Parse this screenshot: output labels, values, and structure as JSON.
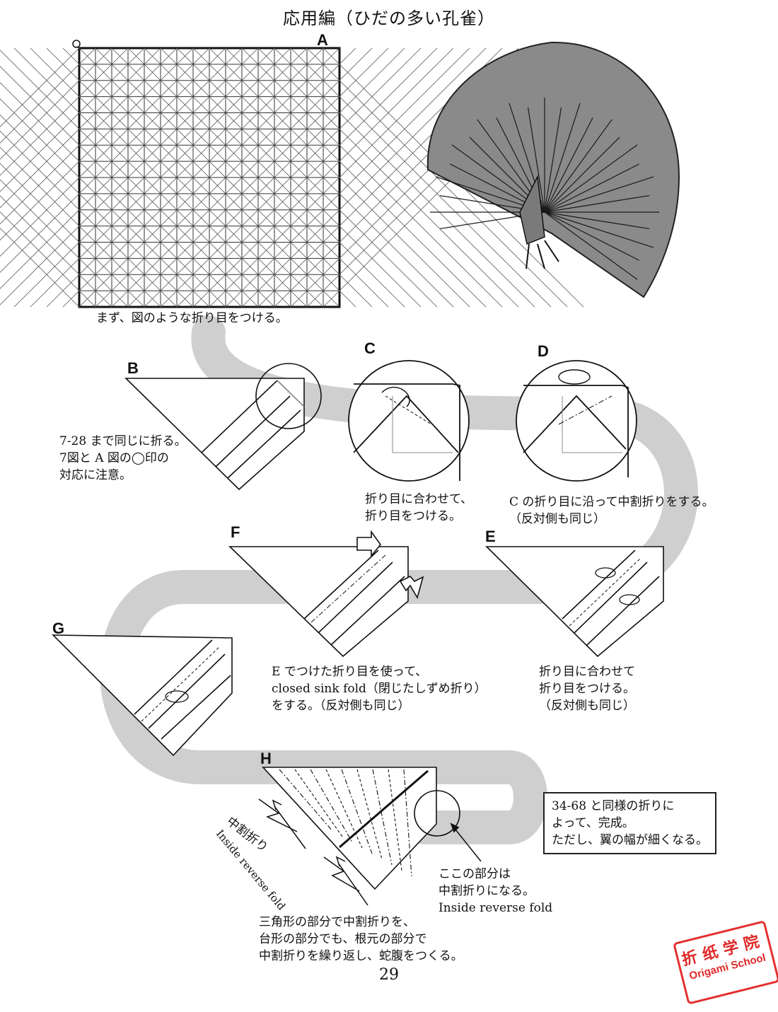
{
  "header": {
    "title": "応用編（ひだの多い孔雀）"
  },
  "steps": {
    "a": {
      "label": "A",
      "caption": "まず、図のような折り目をつける。"
    },
    "b": {
      "label": "B",
      "caption": "7-28 まで同じに折る。\n7図と A 図の◯印の\n対応に注意。"
    },
    "c": {
      "label": "C",
      "caption": "折り目に合わせて、\n折り目をつける。"
    },
    "d": {
      "label": "D",
      "caption": "C の折り目に沿って中割折りをする。\n（反対側も同じ）"
    },
    "e": {
      "label": "E",
      "caption": "折り目に合わせて\n折り目をつける。\n（反対側も同じ）"
    },
    "f": {
      "label": "F",
      "caption": "E でつけた折り目を使って、\nclosed sink fold（閉じたしずめ折り）\nをする。（反対側も同じ）"
    },
    "g": {
      "label": "G"
    },
    "h": {
      "label": "H",
      "side_label_jp": "中割折り",
      "side_label_en": "Inside reverse fold",
      "pointer_caption": "ここの部分は\n中割折りになる。\nInside reverse fold",
      "caption": "三角形の部分で中割折りを、\n台形の部分でも、根元の部分で\n中割折りを繰り返し、蛇腹をつくる。"
    }
  },
  "note": {
    "text": "34-68 と同様の折りに\nよって、完成。\nただし、翼の幅が細くなる。"
  },
  "footer": {
    "page_number": "29"
  },
  "watermark": {
    "cn": "折纸学院",
    "en": "Origami School"
  }
}
